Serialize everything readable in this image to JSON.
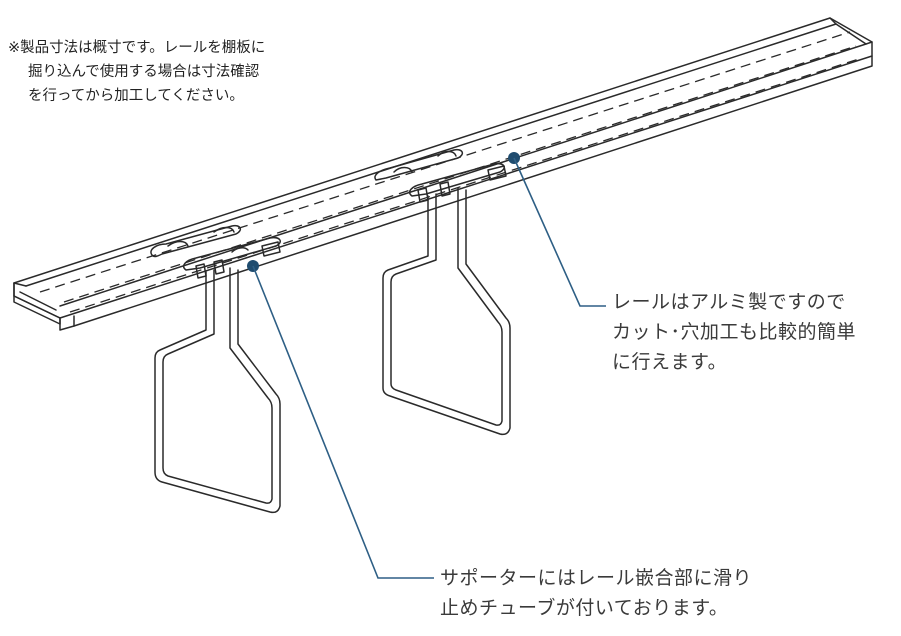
{
  "note": {
    "line1": "※製品寸法は概寸です。レールを棚板に",
    "line2": "掘り込んで使用する場合は寸法確認",
    "line3": "を行ってから加工してください。"
  },
  "callouts": {
    "rail": {
      "line1": "レールはアルミ製ですので",
      "line2": "カット･穴加工も比較的簡単",
      "line3": "に行えます。"
    },
    "supporter": {
      "line1": "サポーターにはレール嵌合部に滑り",
      "line2": "止めチューブが付いております。"
    }
  },
  "colors": {
    "leader": "#2e5f85",
    "marker": "#1f4c6f",
    "line_art": "#2a2a2a"
  }
}
